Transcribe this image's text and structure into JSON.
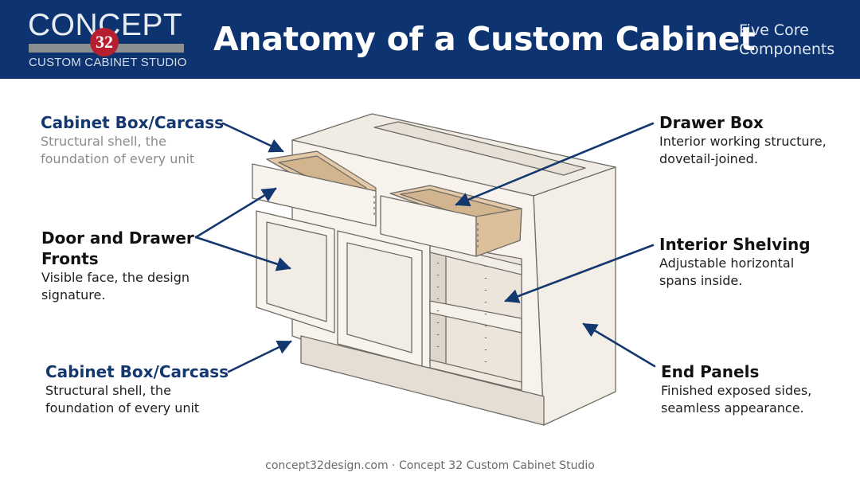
{
  "header": {
    "logo_word": "CONCEPT",
    "logo_badge": "32",
    "logo_sub": "CUSTOM CABINET STUDIO",
    "title": "Anatomy of a Custom Cabinet",
    "tagline_line1": "Five Core",
    "tagline_line2": "Components"
  },
  "callouts": {
    "cabinet_box_top": {
      "title": "Cabinet Box/Carcass",
      "desc_line1": "Structural shell, the",
      "desc_line2": "foundation of every unit"
    },
    "door_fronts": {
      "title_line1": "Door and Drawer",
      "title_line2": "Fronts",
      "desc_line1": "Visible face, the design",
      "desc_line2": "signature."
    },
    "cabinet_box_bottom": {
      "title": "Cabinet Box/Carcass",
      "desc_line1": "Structural shell, the",
      "desc_line2": "foundation of every unit"
    },
    "drawer_box": {
      "title": "Drawer Box",
      "desc_line1": "Interior working structure,",
      "desc_line2": "dovetail-joined."
    },
    "interior_shelving": {
      "title": "Interior Shelving",
      "desc_line1": "Adjustable horizontal",
      "desc_line2": "spans inside."
    },
    "end_panels": {
      "title": "End Panels",
      "desc_line1": "Finished exposed sides,",
      "desc_line2": "seamless appearance."
    }
  },
  "footer": {
    "text": "concept32design.com · Concept 32 Custom Cabinet Studio"
  },
  "colors": {
    "header_bg": "#0d3470",
    "accent_navy": "#13386f",
    "logo_red": "#b51f30",
    "cabinet_paint": "#f4efe6",
    "drawer_wood": "#e3c9a8"
  }
}
